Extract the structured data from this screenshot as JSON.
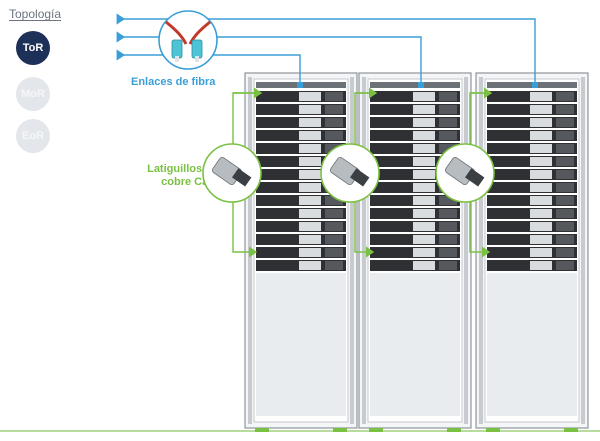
{
  "topology": {
    "title": "Topología",
    "options": [
      {
        "label": "ToR",
        "active": true
      },
      {
        "label": "MoR",
        "active": false
      },
      {
        "label": "EoR",
        "active": false
      }
    ]
  },
  "labels": {
    "fiber": "Enlaces de fibra",
    "copper_line1": "Latiguillos de",
    "copper_line2": "cobre Cat8"
  },
  "colors": {
    "fiber": "#3a9fd8",
    "copper": "#7ac143",
    "active_button": "#1d3057",
    "inactive_button": "#e3e6ea",
    "rack_frame": "#9aa0a6",
    "server": "#2e3033"
  },
  "racks": [
    {
      "id": "rack-1",
      "servers": 14
    },
    {
      "id": "rack-2",
      "servers": 14
    },
    {
      "id": "rack-3",
      "servers": 14
    }
  ],
  "icons": {
    "fiber_connector": "lc-fiber-connector-icon",
    "copper_connector": "rj45-cat8-connector-icon"
  }
}
